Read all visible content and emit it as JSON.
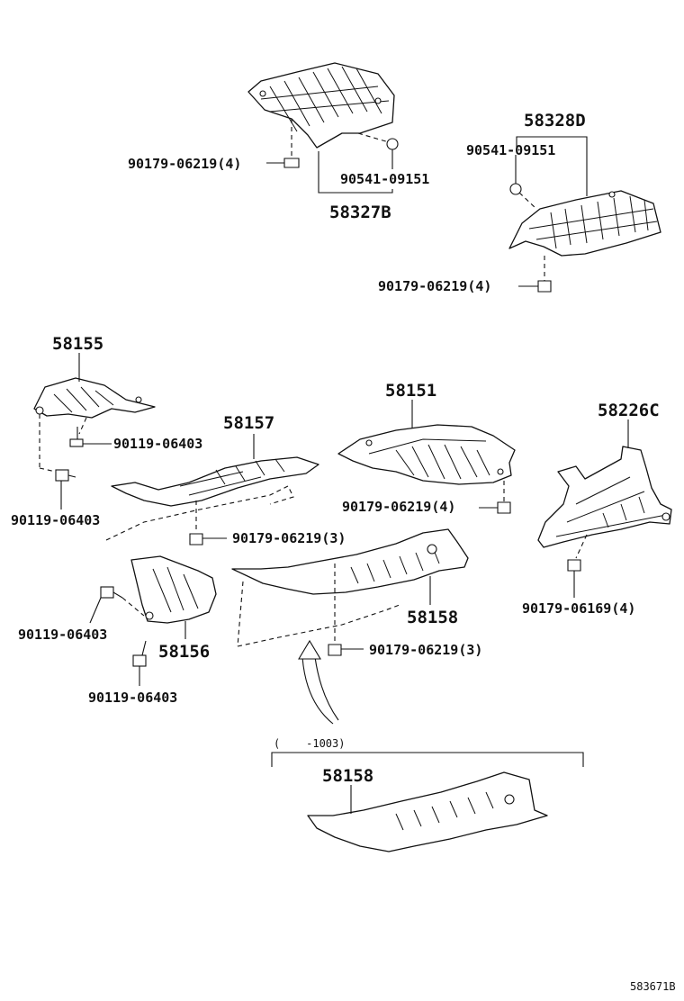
{
  "diagram": {
    "callouts": {
      "p58327B": "58327B",
      "p58328D": "58328D",
      "p58155": "58155",
      "p58151": "58151",
      "p58157": "58157",
      "p58226C": "58226C",
      "p58158_main": "58158",
      "p58156": "58156",
      "p58158_alt": "58158",
      "c90179_06219_4_a": "90179-06219(4)",
      "c90541_09151_a": "90541-09151",
      "c90541_09151_b": "90541-09151",
      "c90179_06219_4_b": "90179-06219(4)",
      "c90119_06403_a": "90119-06403",
      "c90119_06403_b": "90119-06403",
      "c90179_06219_3_a": "90179-06219(3)",
      "c90179_06219_4_c": "90179-06219(4)",
      "c90179_06169_4": "90179-06169(4)",
      "c90119_06403_c": "90119-06403",
      "c90119_06403_d": "90119-06403",
      "c90179_06219_3_b": "90179-06219(3)"
    },
    "range_note": "(    -1003)",
    "figure_code": "583671B"
  }
}
